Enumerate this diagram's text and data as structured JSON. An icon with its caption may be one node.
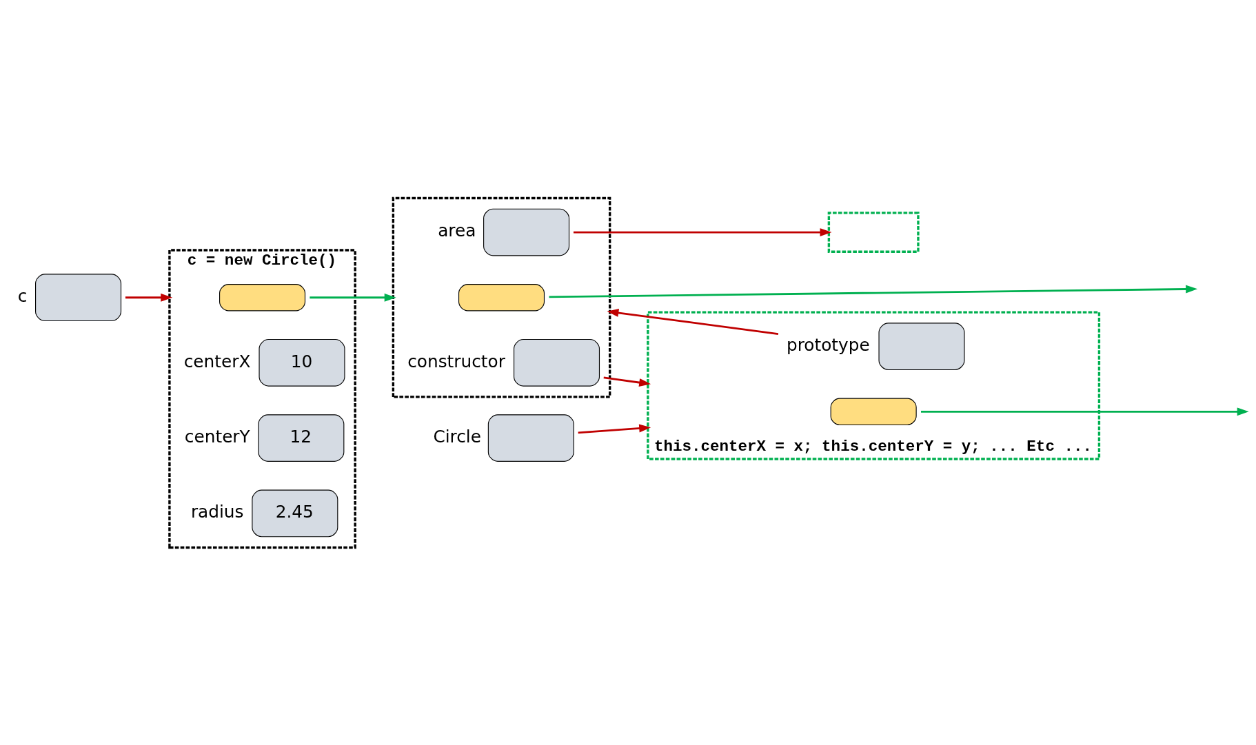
{
  "diagram": {
    "nodes": [
      {
        "text": [],
        "shape": "box",
        "beside": [
          "c"
        ]
      },
      {
        "text": [
          "c = new Circle()"
        ]
      },
      {
        "text": [],
        "shape": "box",
        "in": 1
      },
      {
        "text": [
          "10"
        ],
        "beside": [
          "centerX"
        ],
        "in": 1
      },
      {
        "text": [
          "12"
        ],
        "beside": [
          "centerY"
        ],
        "in": 1
      },
      {
        "text": [
          "2.45"
        ],
        "beside": [
          "radius"
        ],
        "in": 1
      },
      {
        "text": [],
        "shape": "box"
      },
      {
        "text": [],
        "shape": "box",
        "in": 6
      },
      {
        "text": [],
        "shape": "box",
        "beside": [
          "area"
        ],
        "in": 6
      },
      {
        "text": [],
        "shape": "box",
        "beside": [
          "constructor"
        ],
        "in": 6
      },
      {
        "text": [],
        "shape": "box"
      },
      {
        "text": [],
        "shape": "box",
        "beside": [
          "Circle"
        ]
      },
      {
        "text": [
          "this.centerX = x; this.centerY = y; ... Etc ..."
        ]
      },
      {
        "text": [],
        "shape": "box",
        "in": 12
      },
      {
        "text": [],
        "shape": "box",
        "beside": [
          "prototype"
        ],
        "in": 12
      }
    ],
    "edges": [
      {
        "from": 0,
        "to": 1,
        "arrow": "to"
      },
      {
        "from": 2,
        "to": 6,
        "arrow": "to",
        "color": "#00b050"
      },
      {
        "from": 7,
        "to": null,
        "arrow": "to",
        "color": "#00b050"
      },
      {
        "from": 8,
        "to": 10,
        "arrow": "to"
      },
      {
        "from": 9,
        "to": 12,
        "arrow": "to"
      },
      {
        "from": 11,
        "to": 12,
        "arrow": "to"
      },
      {
        "from": 13,
        "to": null,
        "arrow": "to",
        "color": "#00b050"
      },
      {
        "from": 14,
        "to": 6,
        "arrow": "to"
      }
    ]
  }
}
